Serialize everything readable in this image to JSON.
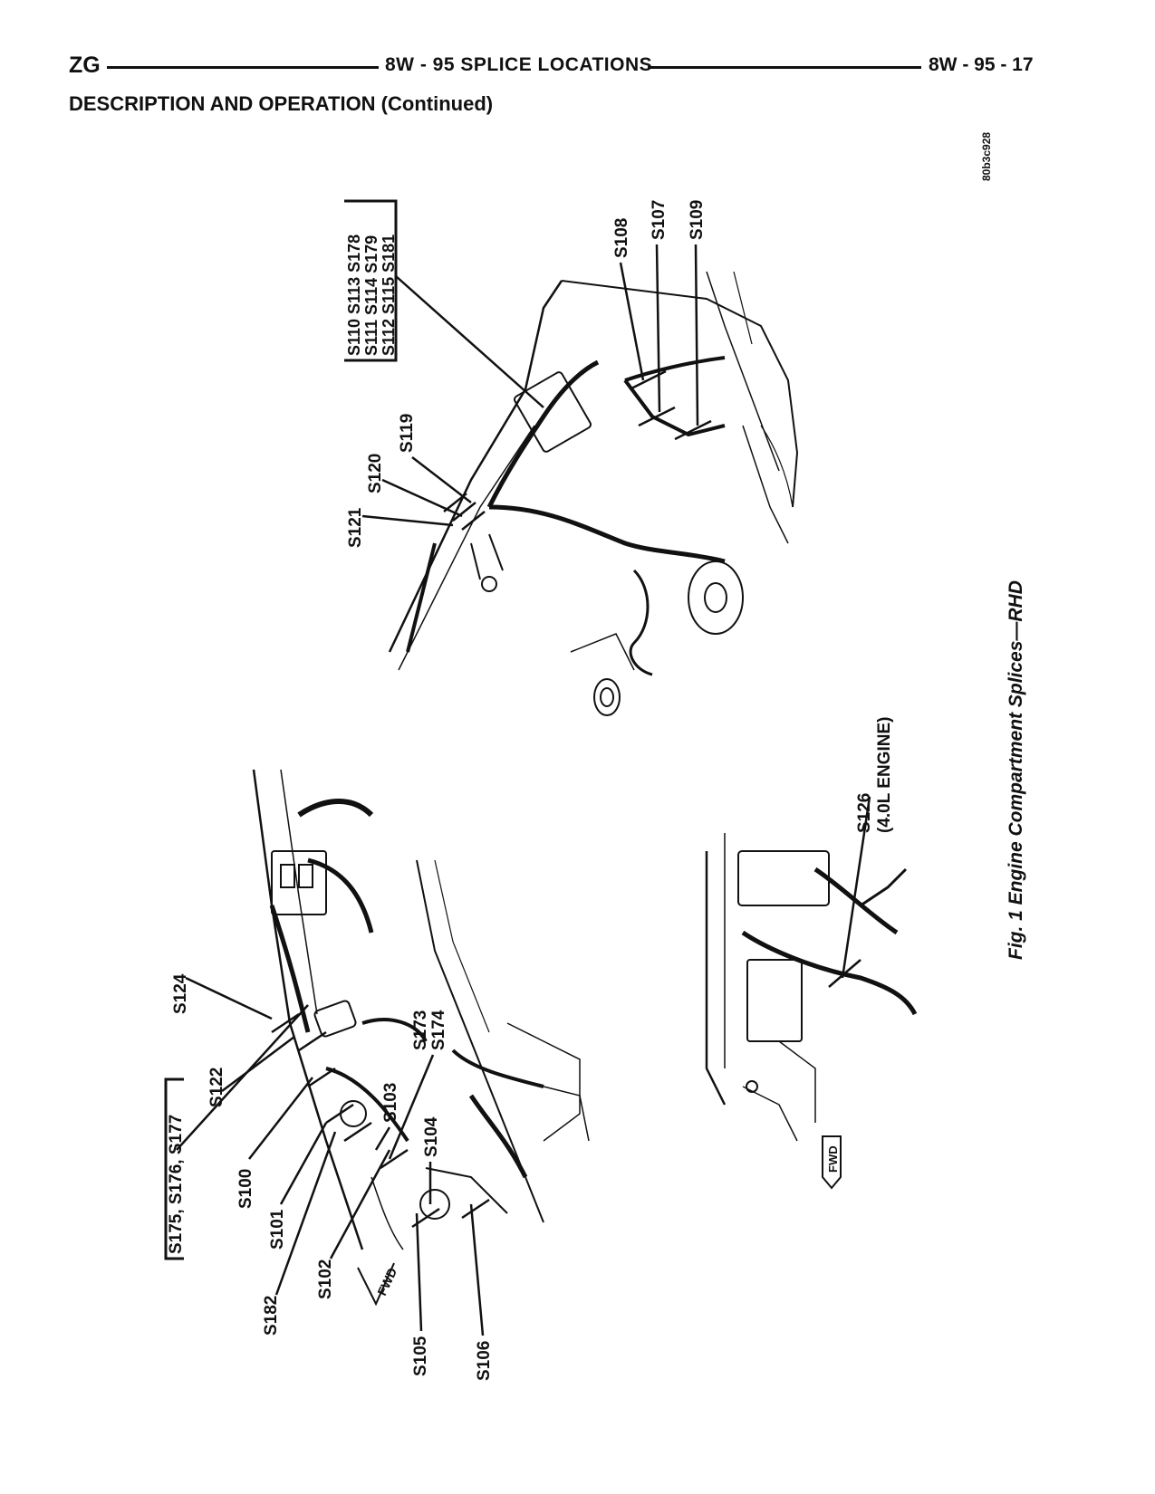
{
  "header": {
    "left": "ZG",
    "center": "8W - 95 SPLICE LOCATIONS",
    "right": "8W - 95 - 17"
  },
  "section_heading": "DESCRIPTION AND OPERATION (Continued)",
  "figure": {
    "caption": "Fig. 1 Engine Compartment Splices—RHD",
    "image_code": "80b3c928",
    "fwd_label": "FWD",
    "group_box_upper": [
      "S110 S113 S178",
      "S111 S114 S179",
      "S112 S115 S181"
    ],
    "labels_upper": [
      "S121",
      "S120",
      "S119",
      "S108",
      "S107",
      "S109"
    ],
    "group_box_lower": "S175, S176, S177",
    "labels_lower": [
      "S124",
      "S122",
      "S100",
      "S101",
      "S182",
      "S102",
      "S103",
      "S104",
      "S173",
      "S174",
      "S105",
      "S106"
    ],
    "label_s126": [
      "S126",
      "(4.0L ENGINE)"
    ]
  }
}
